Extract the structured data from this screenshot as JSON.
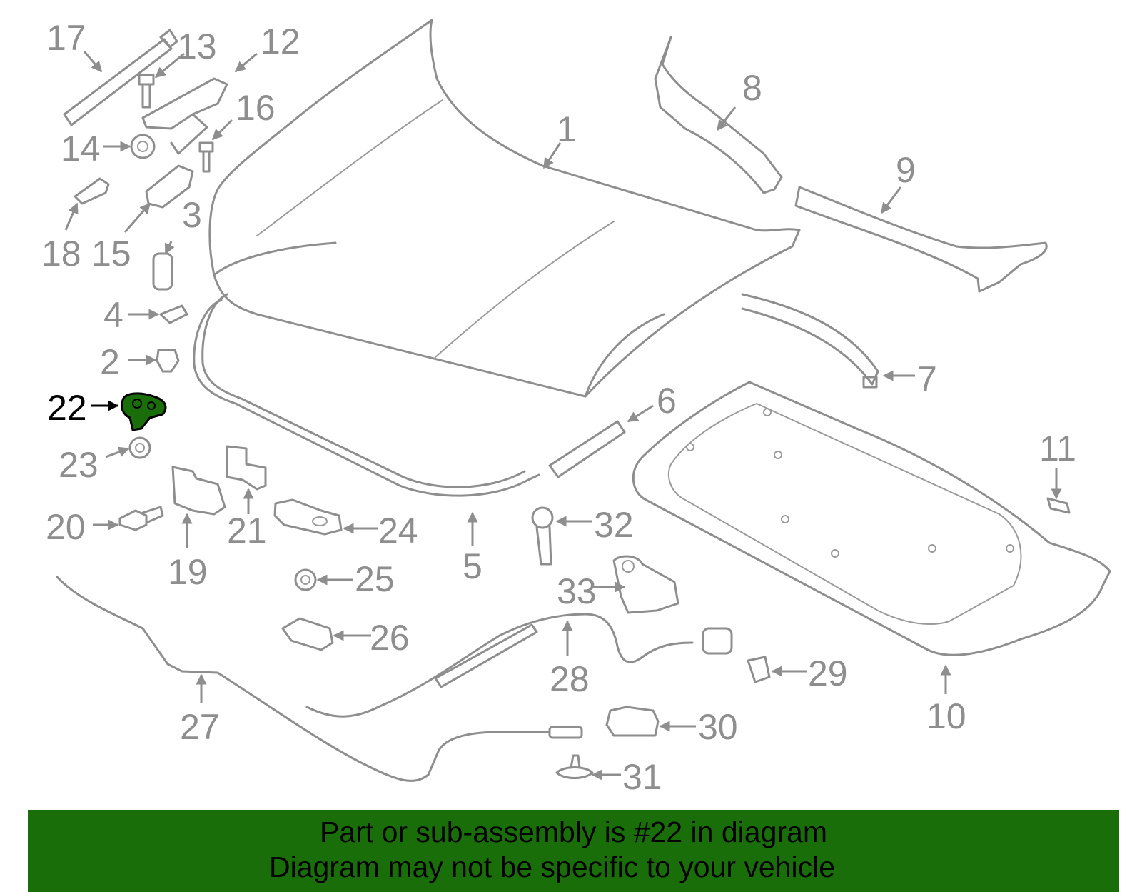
{
  "colors": {
    "highlight": "#1a6e0a",
    "part_stroke": "#8e8e8e",
    "banner_bg": "#1a6e0a",
    "text": "#000000"
  },
  "highlighted_part": "22",
  "labels": {
    "p1": "1",
    "p2": "2",
    "p3": "3",
    "p4": "4",
    "p5": "5",
    "p6": "6",
    "p7": "7",
    "p8": "8",
    "p9": "9",
    "p10": "10",
    "p11": "11",
    "p12": "12",
    "p13": "13",
    "p14": "14",
    "p15": "15",
    "p16": "16",
    "p17": "17",
    "p18": "18",
    "p19": "19",
    "p20": "20",
    "p21": "21",
    "p22": "22",
    "p23": "23",
    "p24": "24",
    "p25": "25",
    "p26": "26",
    "p27": "27",
    "p28": "28",
    "p29": "29",
    "p30": "30",
    "p31": "31",
    "p32": "32",
    "p33": "33"
  },
  "banner": {
    "line1": "Part or sub-assembly is #22 in diagram",
    "line2": "Diagram may not be specific to your vehicle"
  }
}
